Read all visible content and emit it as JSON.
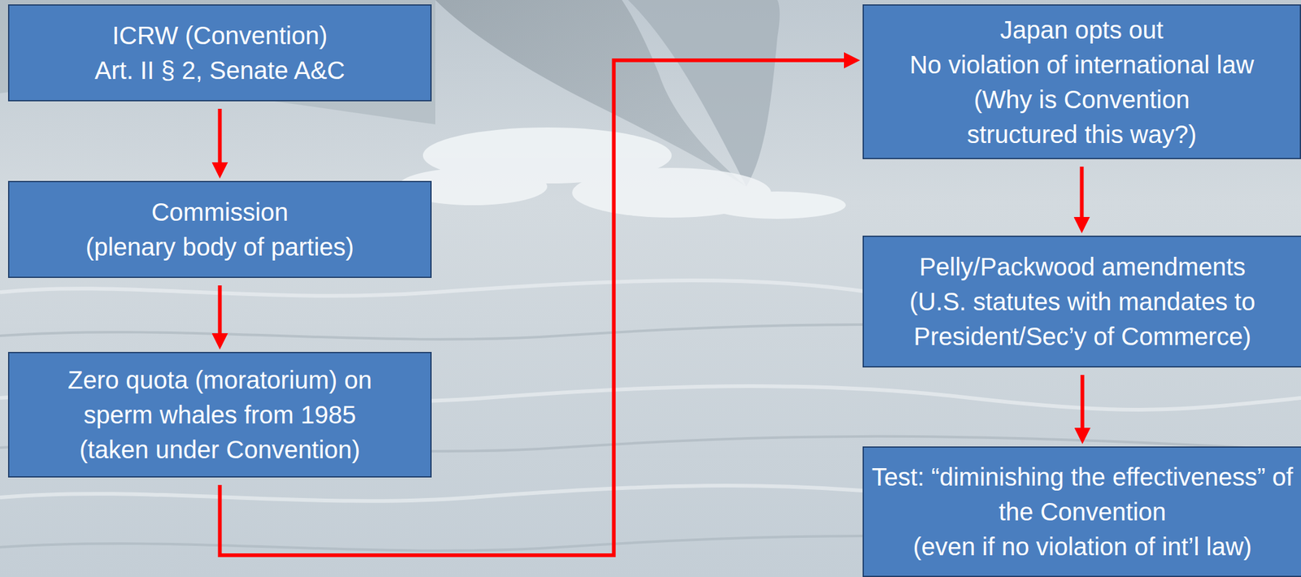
{
  "diagram": {
    "nodes": [
      {
        "text": [
          "ICRW (Convention)",
          "Art. II § 2, Senate A&C"
        ]
      },
      {
        "text": [
          "Commission",
          "(plenary body of parties)"
        ]
      },
      {
        "text": [
          "Zero quota (moratorium) on sperm whales from 1985",
          "(taken under Convention)"
        ]
      },
      {
        "text": [
          "Japan opts out",
          "No violation of international law",
          "(Why is Convention structured this way?)"
        ]
      },
      {
        "text": [
          "Pelly/Packwood amendments",
          "(U.S. statutes with mandates to President/Sec’y of Commerce)"
        ]
      },
      {
        "text": [
          "Test: “diminishing the effectiveness” of the Convention",
          "(even if no violation of int’l law)"
        ]
      }
    ],
    "edges": [
      {
        "from": 0,
        "to": 1,
        "arrow": "to"
      },
      {
        "from": 1,
        "to": 2,
        "arrow": "to"
      },
      {
        "from": 2,
        "to": 3,
        "arrow": "to"
      },
      {
        "from": 3,
        "to": 4,
        "arrow": "to"
      },
      {
        "from": 4,
        "to": 5,
        "arrow": "to"
      }
    ]
  }
}
